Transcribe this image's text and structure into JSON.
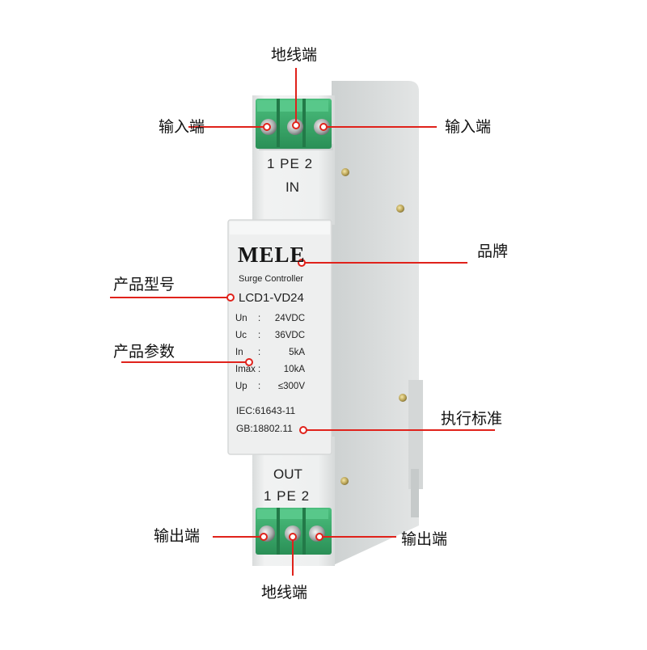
{
  "callouts": {
    "ground_top": "地线端",
    "input_left": "输入端",
    "input_right": "输入端",
    "brand": "品牌",
    "model": "产品型号",
    "params": "产品参数",
    "standard": "执行标准",
    "output_left": "输出端",
    "output_right": "输出端",
    "ground_bottom": "地线端"
  },
  "device": {
    "top_terminal_label": "1  PE  2",
    "in_label": "IN",
    "brand": "MELE",
    "subtitle": "Surge Controller",
    "model": "LCD1-VD24",
    "specs": [
      {
        "key": "Un",
        "sep": ":",
        "value": "24VDC"
      },
      {
        "key": "Uc",
        "sep": ":",
        "value": "36VDC"
      },
      {
        "key": "In",
        "sep": ":",
        "value": "5kA"
      },
      {
        "key": "Imax",
        "sep": ":",
        "value": "10kA"
      },
      {
        "key": "Up",
        "sep": ":",
        "value": "≤300V"
      }
    ],
    "standard_iec": "IEC:61643-11",
    "standard_gb": "GB:18802.11",
    "out_label": "OUT",
    "bottom_terminal_label": "1  PE  2"
  },
  "colors": {
    "callout_line": "#e0221b",
    "terminal_green": "#3aa86b",
    "housing": "#eceeee"
  }
}
